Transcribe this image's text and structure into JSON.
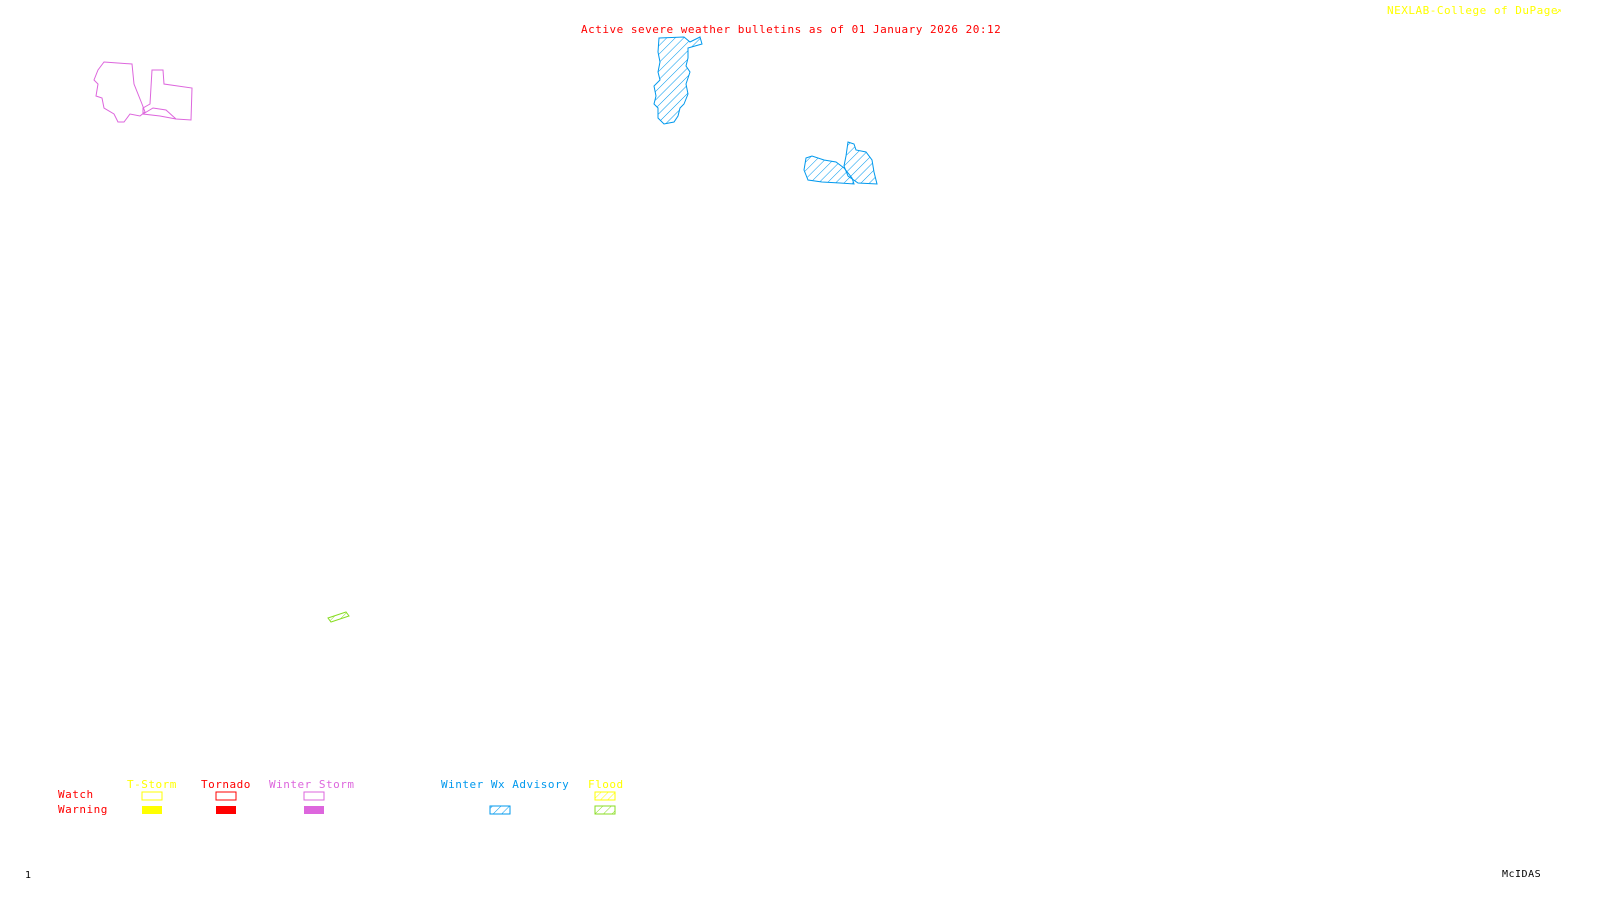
{
  "header": {
    "title": "Active severe weather bulletins as of 01 January 2026 20:12",
    "credit": "NEXLAB-College of DuPage"
  },
  "colors": {
    "title": "#ff0000",
    "credit": "#ffff00",
    "tstorm": "#ffff00",
    "tornado": "#ff0000",
    "winter_storm": "#dd66dd",
    "winter_advisory": "#0099ee",
    "flood_watch": "#ffff00",
    "flood_warning": "#88dd22",
    "row_label": "#ff0000",
    "footer": "#000000"
  },
  "legend": {
    "row_labels": {
      "watch": "Watch",
      "warning": "Warning"
    },
    "columns": [
      {
        "key": "tstorm",
        "label": "T-Storm",
        "watch": "outline",
        "warning": "filled"
      },
      {
        "key": "tornado",
        "label": "Tornado",
        "watch": "outline",
        "warning": "filled"
      },
      {
        "key": "winter_storm",
        "label": "Winter Storm",
        "watch": "outline",
        "warning": "filled"
      },
      {
        "key": "winter_advisory",
        "label": "Winter Wx Advisory",
        "watch": "none",
        "warning": "hatched"
      },
      {
        "key": "flood",
        "label": "Flood",
        "watch": "hatched",
        "warning": "hatched"
      }
    ]
  },
  "areas": [
    {
      "type": "winter_storm",
      "style": "outline",
      "name": "winter-storm-area-west"
    },
    {
      "type": "winter_advisory",
      "style": "hatched",
      "name": "winter-advisory-area-north"
    },
    {
      "type": "winter_advisory",
      "style": "hatched",
      "name": "winter-advisory-area-east"
    },
    {
      "type": "flood_warning",
      "style": "hatched",
      "name": "flood-warning-area-south"
    }
  ],
  "footer": {
    "frame": "1",
    "software": "McIDAS"
  }
}
